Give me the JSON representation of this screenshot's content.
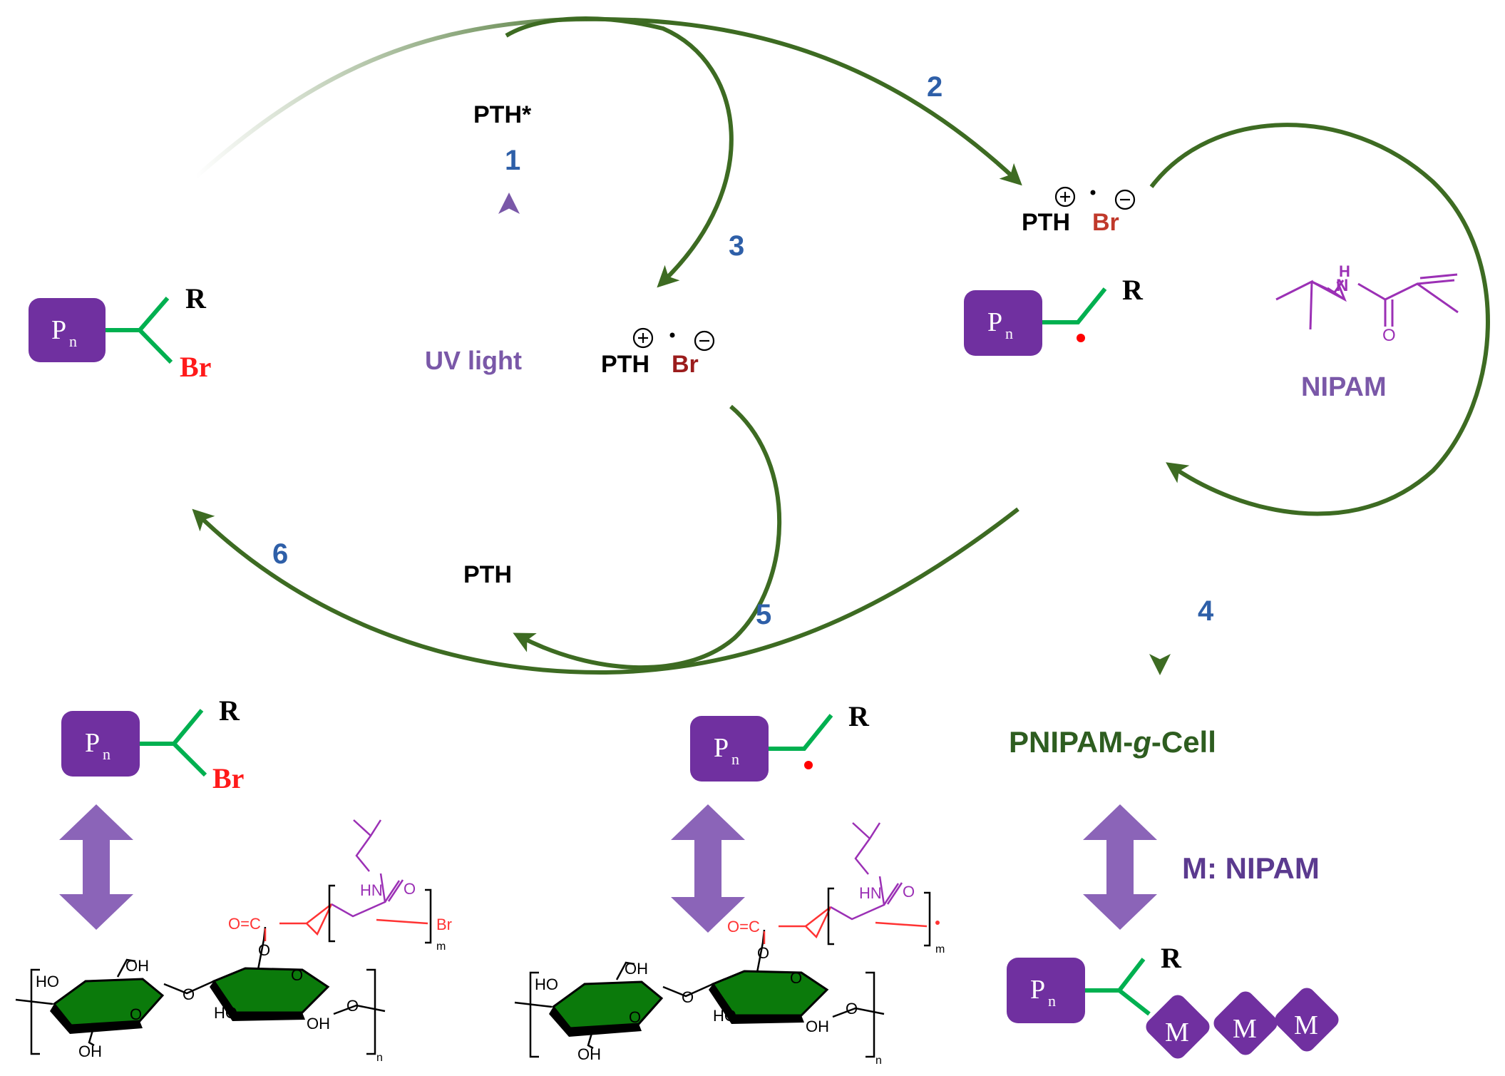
{
  "colors": {
    "arrow_green": "#3d6b22",
    "purple_box": "#7030a0",
    "step_blue": "#2e5fa8",
    "uv_purple": "#7a58a8",
    "bond_green": "#00b050",
    "br_red": "#ff1a1a",
    "br_dark": "#9b1c1c",
    "nipam_purple": "#9b30b5",
    "label_dark_green": "#2e5d20",
    "sugar_green": "#0b7a0b",
    "link_red": "#ff3333"
  },
  "steps": {
    "s1": "1",
    "s2": "2",
    "s3": "3",
    "s4": "4",
    "s5": "5",
    "s6": "6"
  },
  "species": {
    "pth_star": "PTH*",
    "pth": "PTH",
    "pth_cation": "PTH",
    "br_anion": "Br",
    "plus_sign": "+",
    "minus_sign": "−",
    "dot": "•"
  },
  "labels": {
    "uv_light": "UV light",
    "nipam": "NIPAM",
    "product": "PNIPAM-g-Cell",
    "product_pre": "PNIPAM-",
    "product_g": "g",
    "product_post": "-Cell",
    "monomer_legend": "M: NIPAM"
  },
  "macroinitiator": {
    "box_p": "P",
    "box_n": "n",
    "r": "R",
    "br": "Br"
  },
  "monomer_units": [
    "M",
    "M",
    "M"
  ],
  "chemistry": {
    "ho": "HO",
    "oh": "OH",
    "o": "O",
    "hn": "HN",
    "h": "H",
    "n_atom": "N",
    "c_atom": "C",
    "o_eq_c": "O=C",
    "br_end": "Br",
    "m_sub": "m",
    "n_sub": "n"
  }
}
